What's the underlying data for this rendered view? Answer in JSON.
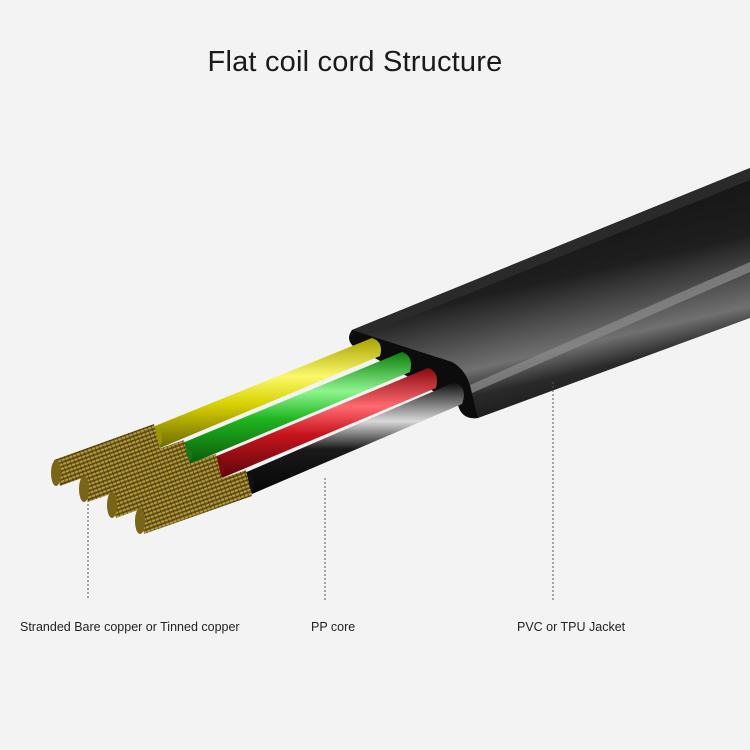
{
  "title": "Flat coil cord Structure",
  "labels": {
    "conductor": "Stranded Bare copper or Tinned copper",
    "core": "PP core",
    "jacket": "PVC or TPU Jacket"
  },
  "colors": {
    "background": "#f3f3f3",
    "jacket": "#1c1c1c",
    "core_yellow": "#d8d200",
    "core_green": "#1fb51f",
    "core_red": "#c8141e",
    "core_black": "#1a1a1a",
    "copper": "#8a7320"
  }
}
